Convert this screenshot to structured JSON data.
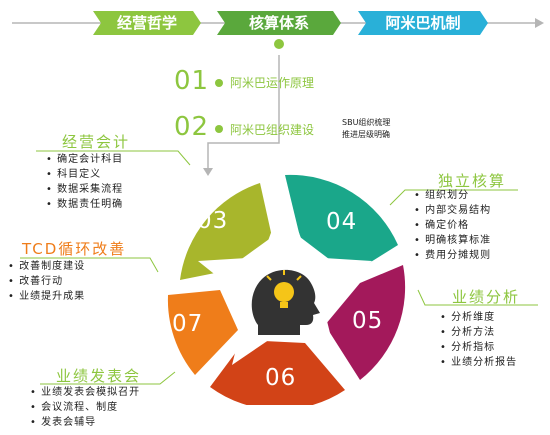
{
  "top_tabs": [
    {
      "label": "经营哲学",
      "color": "#8dc63f"
    },
    {
      "label": "核算体系",
      "color": "#5aa83c"
    },
    {
      "label": "阿米巴机制",
      "color": "#29b0d8"
    }
  ],
  "steps": [
    {
      "num": "01",
      "label": "阿米巴运作原理"
    },
    {
      "num": "02",
      "label": "阿米巴组织建设",
      "notes": [
        "SBU组织梳理",
        "推进层级明确"
      ]
    }
  ],
  "segments": [
    {
      "num": "03",
      "title": "经营会计",
      "color": "#a8b62c",
      "items": [
        "确定会计科目",
        "科目定义",
        "数据采集流程",
        "数据责任明确"
      ]
    },
    {
      "num": "04",
      "title": "独立核算",
      "color": "#1aa78a",
      "items": [
        "组织划分",
        "内部交易结构",
        "确定价格",
        "明确核算标准",
        "费用分摊规则"
      ]
    },
    {
      "num": "05",
      "title": "业绩分析",
      "color": "#a3195b",
      "items": [
        "分析维度",
        "分析方法",
        "分析指标",
        "业绩分析报告"
      ]
    },
    {
      "num": "06",
      "title": "业绩发表会",
      "color": "#d24317",
      "items": [
        "业绩发表会模拟召开",
        "会议流程、制度",
        "发表会辅导"
      ]
    },
    {
      "num": "07",
      "title": "TCD循环改善",
      "color": "#ef7d1a",
      "items": [
        "改善制度建设",
        "改善行动",
        "业绩提升成果"
      ]
    }
  ],
  "colors": {
    "accent_green": "#8dc63f",
    "line_gray": "#b5b5b5"
  },
  "center_icon": "head-lightbulb-icon"
}
